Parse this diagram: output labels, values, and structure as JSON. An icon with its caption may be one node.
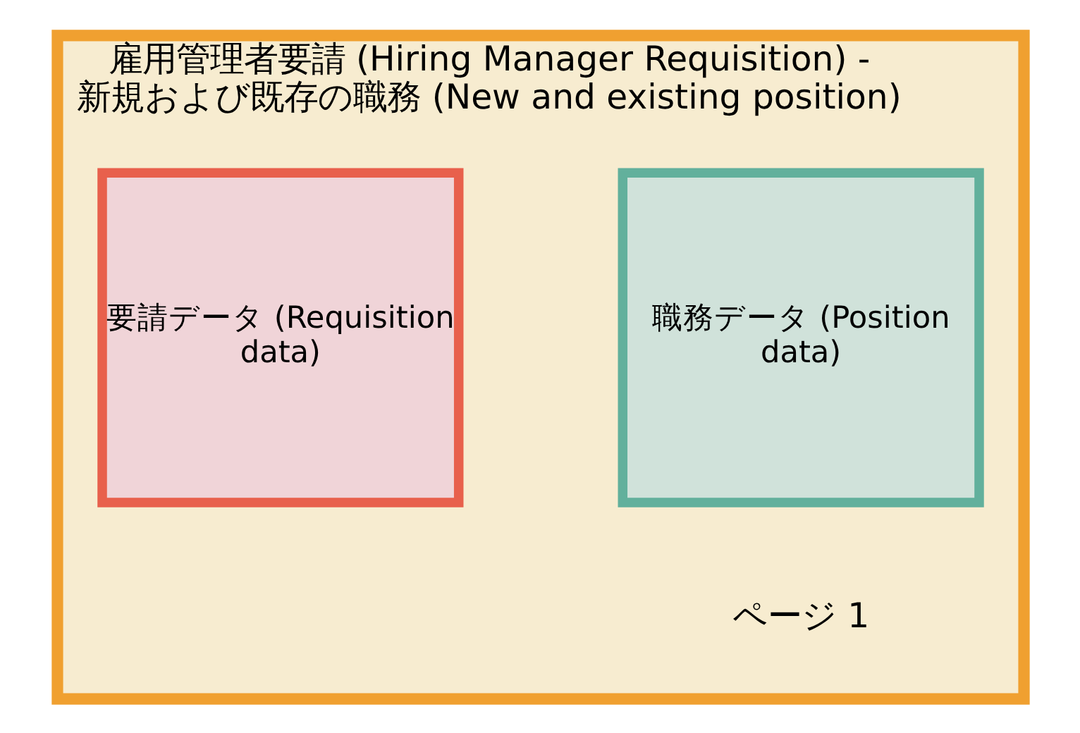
{
  "diagram": {
    "nodes": [
      {
        "text": [
          "雇用管理者要請 (Hiring Manager Requisition) - 新規および既存の職務 (New and existing position)",
          "ページ 1"
        ]
      },
      {
        "text": [
          "要請データ (Requisition data)"
        ],
        "in": 0
      },
      {
        "text": [
          "職務データ (Position data)"
        ],
        "in": 0
      }
    ]
  }
}
